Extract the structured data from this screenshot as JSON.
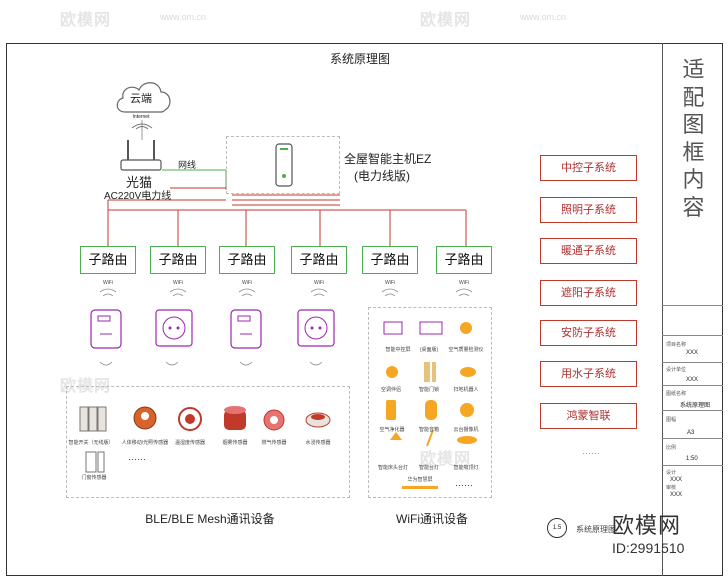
{
  "diagram": {
    "title": "系统原理图",
    "cloud": {
      "label": "云端",
      "link_label": "Internet"
    },
    "modem": {
      "label": "光猫",
      "power": "AC220V电力线",
      "wire": "网线"
    },
    "host": {
      "name": "全屋智能主机EZ",
      "edition": "(电力线版)"
    },
    "routers": [
      "子路由",
      "子路由",
      "子路由",
      "子路由",
      "子路由",
      "子路由"
    ],
    "wifi_label": "WiFi",
    "subsystems": [
      "中控子系统",
      "照明子系统",
      "暖通子系统",
      "遮阳子系统",
      "安防子系统",
      "用水子系统",
      "鸿蒙智联"
    ],
    "ble": {
      "title": "BLE/BLE Mesh通讯设备",
      "devices": [
        "智能开关（无线版）",
        "人体移动/光照传感器",
        "温湿度传感器",
        "烟雾传感器",
        "燃气传感器",
        "水浸传感器",
        "门窗传感器"
      ],
      "more": "……"
    },
    "wifi": {
      "title": "WiFi通讯设备",
      "devices": [
        "智能中控屏",
        "(桌面版)",
        "空气质量检测仪",
        "空调伴侣",
        "智能门锁",
        "扫地机器人",
        "空气净化器",
        "智能音箱",
        "云台摄像机",
        "智能床头台灯",
        "智能台灯",
        "智能吸顶灯",
        "华为智慧屏"
      ],
      "more": "……"
    },
    "page_badge": "1.5",
    "page_caption": "系统原理图"
  },
  "title_block": {
    "heading": "适配图框内容",
    "rows": [
      {
        "label": "项目名称",
        "value": "XXX"
      },
      {
        "label": "设计单位",
        "value": "XXX"
      },
      {
        "label": "图纸名称",
        "value": "系统原理图"
      },
      {
        "label": "图幅",
        "value": "A3"
      },
      {
        "label": "比例",
        "value": "1:50"
      },
      {
        "label": "设计",
        "value": "XXX"
      },
      {
        "label": "审核",
        "value": "XXX"
      }
    ]
  },
  "watermark": {
    "brand": "欧模网",
    "url": "www.om.cn",
    "id": "ID:2991510"
  },
  "colors": {
    "router_border": "#4caf50",
    "subsystem": "#c0392b",
    "power_line": "#c0392b"
  }
}
